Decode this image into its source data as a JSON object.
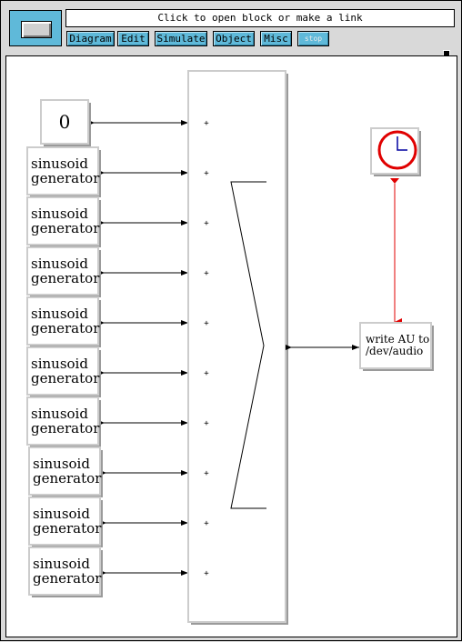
{
  "message": "Click to open block or make a link",
  "menus": [
    {
      "label": "Diagram",
      "disabled": false
    },
    {
      "label": "Edit",
      "disabled": false
    },
    {
      "label": "Simulate",
      "disabled": false
    },
    {
      "label": "Object",
      "disabled": false
    },
    {
      "label": "Misc",
      "disabled": false
    },
    {
      "label": "stop",
      "disabled": true
    }
  ],
  "blocks": {
    "constant": {
      "label": "0"
    },
    "generator": {
      "line1": "sinusoid",
      "line2": "generator"
    },
    "generator_count": 9,
    "summation": {
      "input_label": "+"
    },
    "writer": {
      "line1": "write AU to",
      "line2": "/dev/audio"
    },
    "clock": {
      "icon": "clock-icon"
    }
  },
  "colors": {
    "menu": "#5fb9d9",
    "event_link": "#e00000",
    "clock_hand": "#0000a0"
  }
}
